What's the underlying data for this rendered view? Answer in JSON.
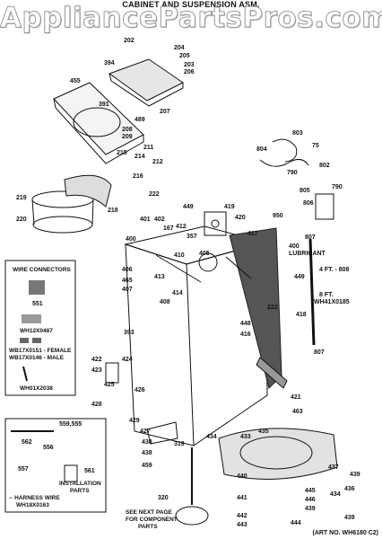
{
  "header": {
    "title": "CABINET AND SUSPENSION ASM.",
    "watermark": "AppliancePartsPros.com"
  },
  "parts": {
    "p202": "202",
    "p204": "204",
    "p205": "205",
    "p203": "203",
    "p206": "206",
    "p394": "394",
    "p455": "455",
    "p391": "391",
    "p489": "489",
    "p207": "207",
    "p208": "208",
    "p209": "209",
    "p211": "211",
    "p215": "215",
    "p214": "214",
    "p212": "212",
    "p216": "216",
    "p222a": "222",
    "p219": "219",
    "p220": "220",
    "p218": "218",
    "p804": "804",
    "p803": "803",
    "p75": "75",
    "p790a": "790",
    "p802": "802",
    "p790b": "790",
    "p805": "805",
    "p806": "806",
    "p950": "950",
    "p807a": "807",
    "p449a": "449",
    "p419": "419",
    "p420": "420",
    "p417": "417",
    "p401": "401",
    "p402": "402",
    "p412": "412",
    "p167": "167",
    "p357": "357",
    "p400": "400",
    "p410": "410",
    "p405": "405",
    "p406": "406",
    "p465": "465",
    "p407": "407",
    "p413": "413",
    "p414": "414",
    "p408": "408",
    "p222b": "222",
    "p449b": "449",
    "p418": "418",
    "p448": "448",
    "p416": "416",
    "p393": "393",
    "p422": "422",
    "p424": "424",
    "p423": "423",
    "p425": "425",
    "p426": "426",
    "p428": "428",
    "p807b": "807",
    "p421": "421",
    "p463": "463",
    "p429": "429",
    "p427": "427",
    "p430": "430",
    "p438": "438",
    "p319": "319",
    "p459": "459",
    "p434": "434",
    "p433": "433",
    "p435": "435",
    "p437": "437",
    "p439a": "439",
    "p440": "440",
    "p445": "445",
    "p446": "446",
    "p441": "441",
    "p436": "436",
    "p442": "442",
    "p443": "443",
    "p444": "444",
    "p439b": "439",
    "p439c": "439",
    "p434b": "434",
    "p320": "320"
  },
  "callouts": {
    "lubricant_num": "400",
    "lubricant": "LUBRICANT",
    "hose_4ft": "4 FT. - 808",
    "hose_8ft": "8 FT.",
    "hose_8ft_part": "WH41X0185"
  },
  "wire_connectors": {
    "title": "WIRE CONNECTORS",
    "p551": "551",
    "c1": "WH12X0487",
    "c2_female": "WB17X0151 - FEMALE",
    "c2_male": "WB17X0146 - MALE",
    "c3": "WH01X2038"
  },
  "installation": {
    "p559": "559,555",
    "p562": "562",
    "p556": "556",
    "p557": "557",
    "p561": "561",
    "label1": "INSTALLATION",
    "label2": "PARTS",
    "harness1": "-- HARNESS WIRE",
    "harness2": "WH18X0163"
  },
  "notes": {
    "see_next_1": "SEE NEXT PAGE",
    "see_next_2": "FOR COMPONENT",
    "see_next_3": "PARTS"
  },
  "footer": {
    "art_no": "(ART NO. WH6180 C2)"
  }
}
